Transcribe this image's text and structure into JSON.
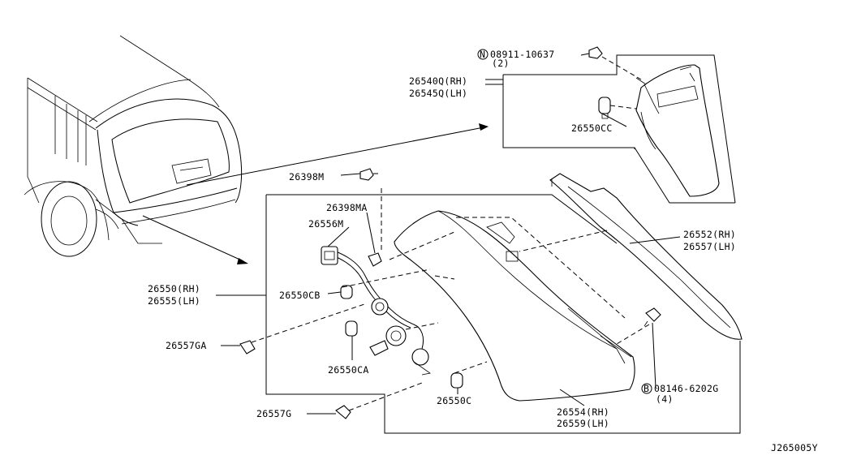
{
  "diagram_code": "J265005Y",
  "callouts": {
    "bolt_top": {
      "marker": "N",
      "part": "08911-10637",
      "qty": "(2)"
    },
    "lamp_upper_rh": "26540Q(RH)",
    "lamp_upper_lh": "26545Q(LH)",
    "bulb_upper": "26550CC",
    "grommet": "26398M",
    "grommet_a": "26398MA",
    "harness": "26556M",
    "lamp_assy_rh": "26550(RH)",
    "lamp_assy_lh": "26555(LH)",
    "bulb_b": "26550CB",
    "seal_ga": "26557GA",
    "bulb_a": "26550CA",
    "bulb_c": "26550C",
    "seal_g": "26557G",
    "gasket_rh": "26552(RH)",
    "gasket_lh": "26557(LH)",
    "bolt_right": {
      "marker": "B",
      "part": "08146-6202G",
      "qty": "(4)"
    },
    "lens_rh": "26554(RH)",
    "lens_lh": "26559(LH)"
  }
}
